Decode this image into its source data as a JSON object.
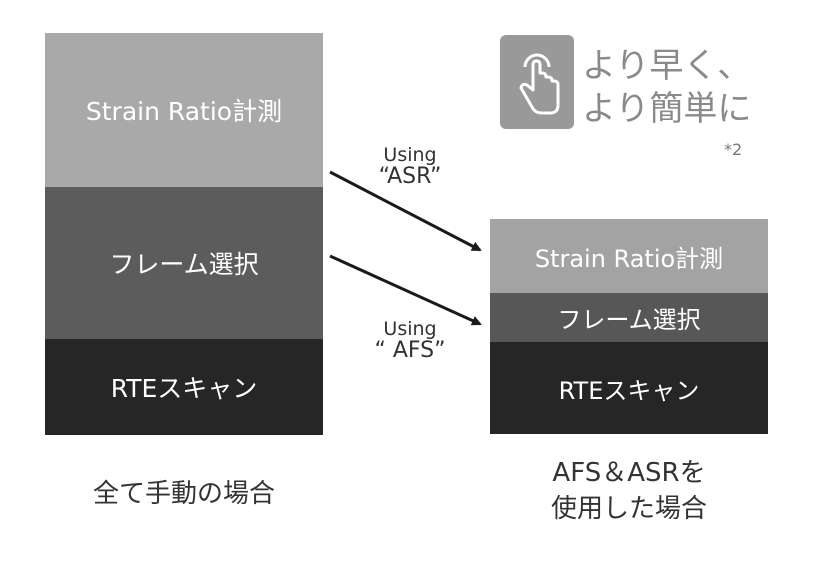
{
  "manual": {
    "blocks": [
      "Strain Ratio計測",
      "フレーム選択",
      "RTEスキャン"
    ],
    "caption": "全て手動の場合"
  },
  "automated": {
    "blocks": [
      "Strain Ratio計測",
      "フレーム選択",
      "RTEスキャン"
    ],
    "caption_lines": [
      "AFS＆ASRを",
      "使用した場合"
    ]
  },
  "arrows": [
    {
      "line1": "Using",
      "line2": "“ASR”"
    },
    {
      "line1": "Using",
      "line2": "“ AFS”"
    }
  ],
  "tagline": {
    "icon": "hand-tap-icon",
    "lines": [
      "より早く、",
      "より簡単に"
    ],
    "note": "*2"
  }
}
